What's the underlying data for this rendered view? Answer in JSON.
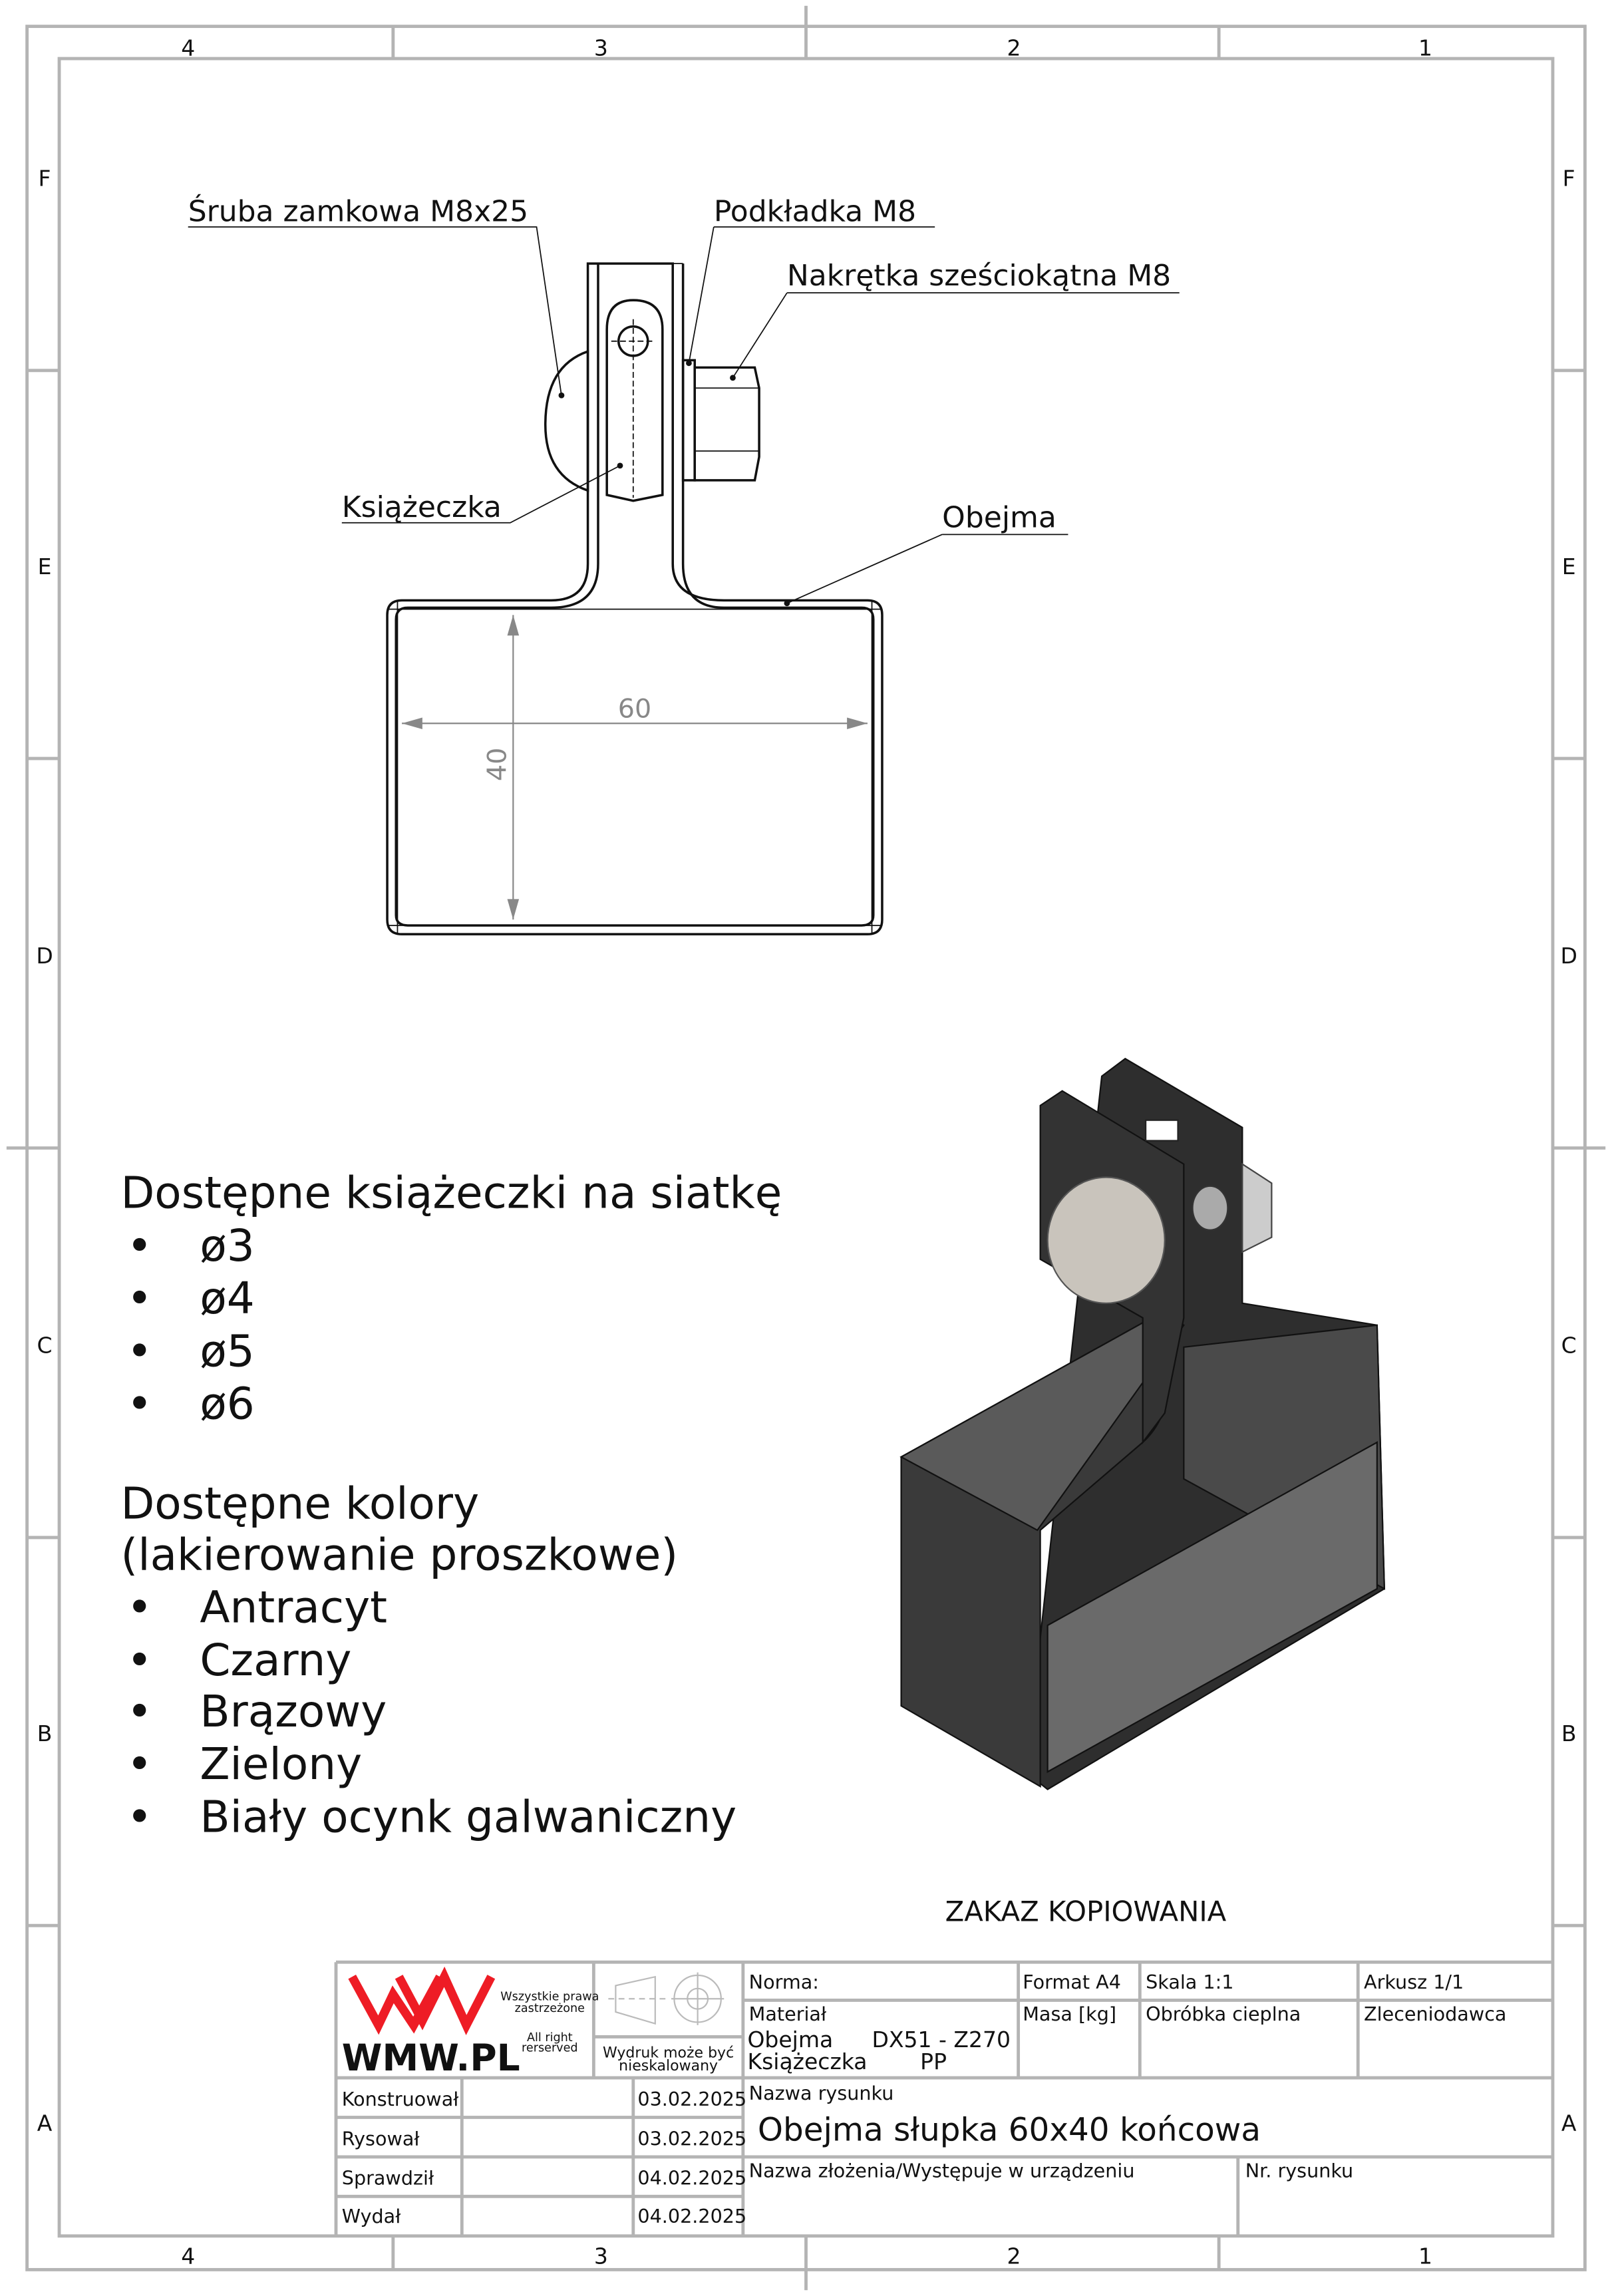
{
  "frame": {
    "columns": [
      "4",
      "3",
      "2",
      "1"
    ],
    "rows": [
      "F",
      "E",
      "D",
      "C",
      "B",
      "A"
    ]
  },
  "callouts": {
    "bolt": "Śruba zamkowa M8x25",
    "washer": "Podkładka M8",
    "nut": "Nakrętka sześciokątna M8",
    "booklet": "Książeczka",
    "clamp": "Obejma"
  },
  "dimensions": {
    "width": "60",
    "height": "40"
  },
  "notes": {
    "booklets_title": "Dostępne książeczki na siatkę",
    "booklets": [
      "ø3",
      "ø4",
      "ø5",
      "ø6"
    ],
    "colors_title": "Dostępne kolory",
    "colors_subtitle": "(lakierowanie proszkowe)",
    "colors": [
      "Antracyt",
      "Czarny",
      "Brązowy",
      "Zielony",
      "Biały ocynk galwaniczny"
    ],
    "bullet": "•"
  },
  "copy_notice": "ZAKAZ KOPIOWANIA",
  "colors": {
    "logo_red": "#ee1c25",
    "frame_gray": "#b4b4b4",
    "part_dark": "#3a3a3a"
  },
  "title_block": {
    "logo_text": "WMW.PL",
    "rights_pl": [
      "Wszystkie prawa",
      "zastrzeżone"
    ],
    "rights_en": [
      "All right",
      "rerserved"
    ],
    "print_note": [
      "Wydruk może być",
      "nieskalowany"
    ],
    "norma_label": "Norma:",
    "format": "Format A4",
    "scale": "Skala  1:1",
    "sheet": "Arkusz  1/1",
    "material_label": "Materiał",
    "materials": [
      {
        "part": "Obejma",
        "material": "DX51 - Z270"
      },
      {
        "part": "Książeczka",
        "material": "PP"
      }
    ],
    "mass_label": "Masa [kg]",
    "heat_treatment_label": "Obróbka cieplna",
    "client_label": "Zleceniodawca",
    "roles": [
      {
        "role": "Konstruował",
        "date": "03.02.2025"
      },
      {
        "role": "Rysował",
        "date": "03.02.2025"
      },
      {
        "role": "Sprawdził",
        "date": "04.02.2025"
      },
      {
        "role": "Wydał",
        "date": "04.02.2025"
      }
    ],
    "drawing_name_label": "Nazwa rysunku",
    "drawing_name": "Obejma słupka 60x40 końcowa",
    "assembly_label": "Nazwa złożenia/Występuje w urządzeniu",
    "drawing_number_label": "Nr. rysunku"
  }
}
